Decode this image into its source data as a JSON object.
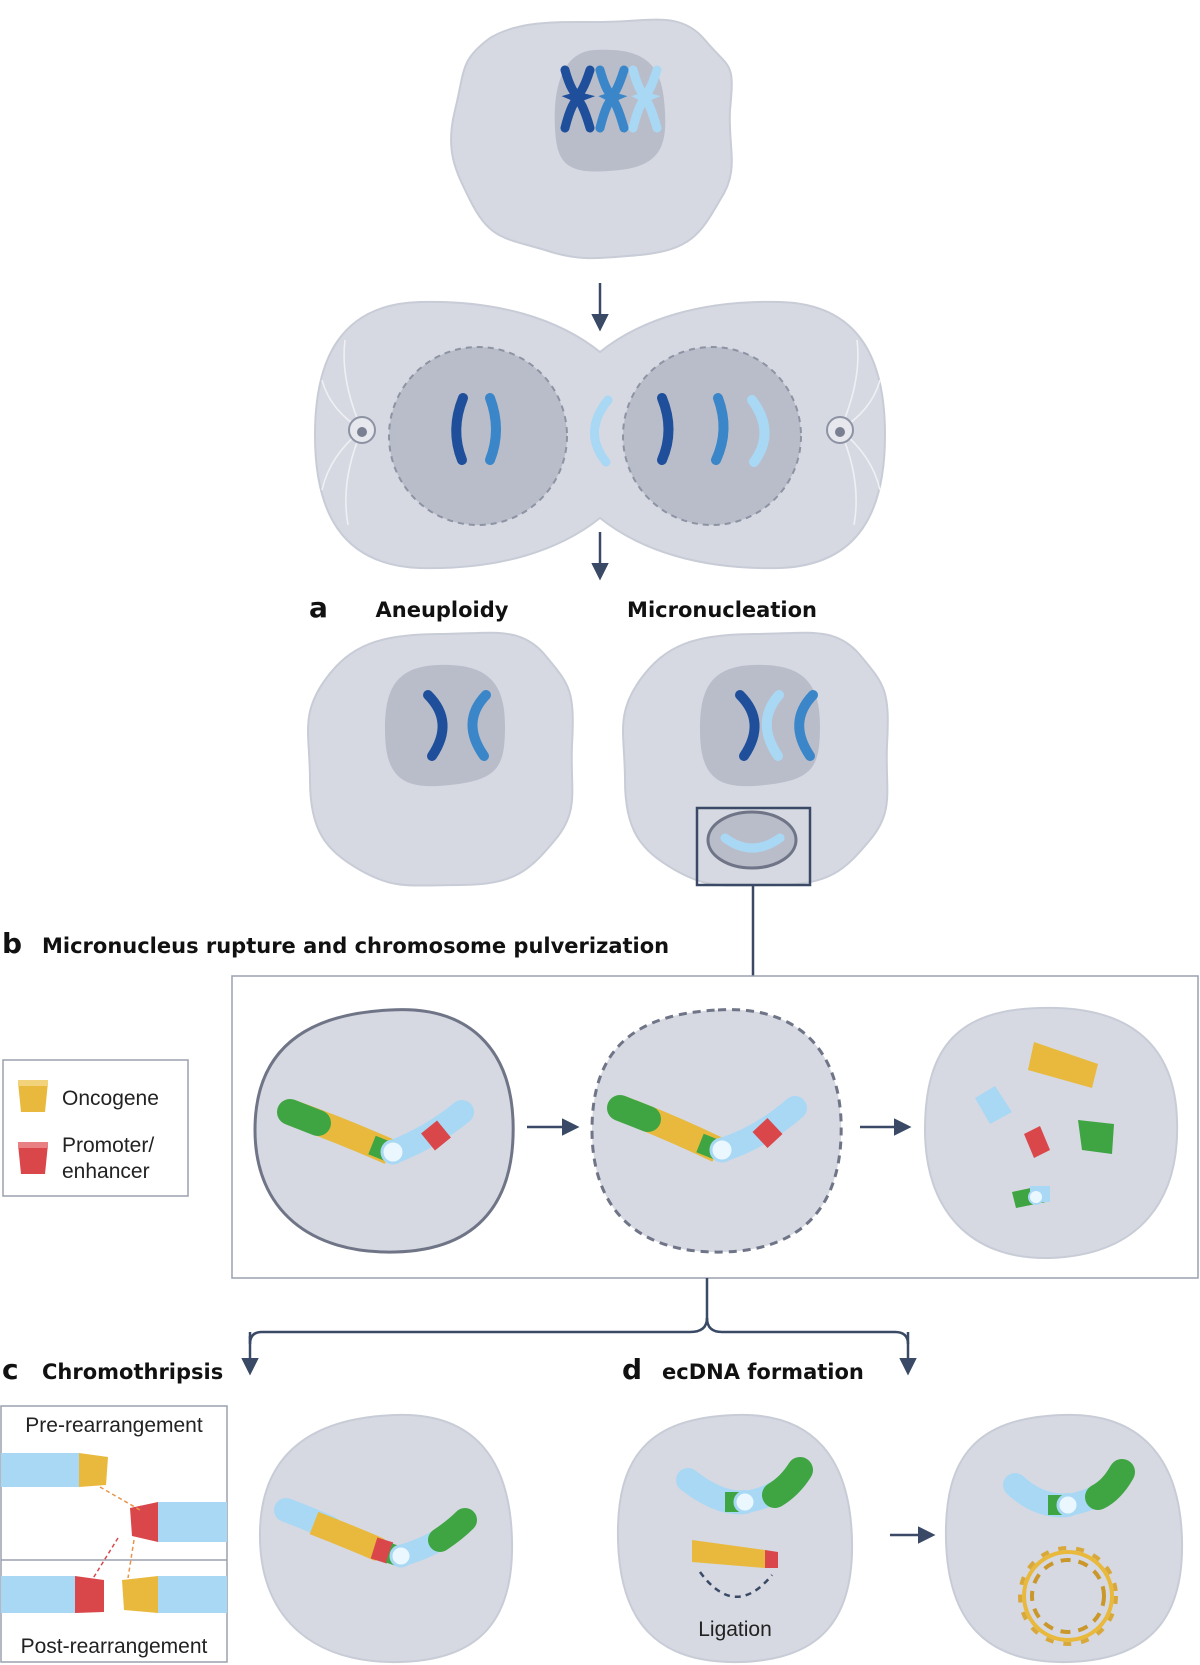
{
  "panels": {
    "a": {
      "letter": "a",
      "left_title": "Aneuploidy",
      "right_title": "Micronucleation"
    },
    "b": {
      "letter": "b",
      "title": "Micronucleus rupture and chromosome pulverization"
    },
    "c": {
      "letter": "c",
      "title": "Chromothripsis",
      "pre_label": "Pre-rearrangement",
      "post_label": "Post-rearrangement"
    },
    "d": {
      "letter": "d",
      "title": "ecDNA formation",
      "ligation_label": "Ligation"
    }
  },
  "legend": {
    "items": [
      {
        "label": "Oncogene",
        "color": "#e8b93c"
      },
      {
        "label_line1": "Promoter/",
        "label_line2": "enhancer",
        "color": "#d9474b"
      }
    ]
  },
  "colors": {
    "cell": "#d6d9e2",
    "nucleus": "#b9bdca",
    "arrow": "#3a4a66",
    "dark_chromosome": "#1f4f9b",
    "mid_chromosome": "#3a86c8",
    "light_chromosome": "#a9d8f5",
    "oncogene": "#e8b93c",
    "promoter": "#d9474b",
    "green_segment": "#3fa543"
  }
}
